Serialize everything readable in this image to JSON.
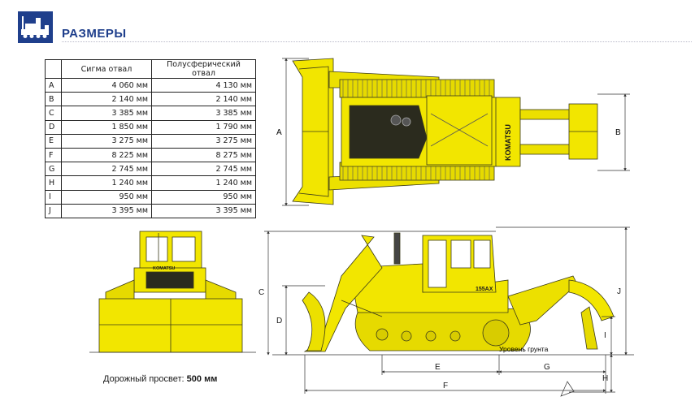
{
  "header": {
    "title": "РАЗМЕРЫ"
  },
  "table": {
    "columns": [
      "",
      "Сигма отвал",
      "Полусферический отвал"
    ],
    "rows": [
      [
        "A",
        "4 060 мм",
        "4 130 мм"
      ],
      [
        "B",
        "2 140 мм",
        "2 140 мм"
      ],
      [
        "C",
        "3 385 мм",
        "3 385 мм"
      ],
      [
        "D",
        "1 850 мм",
        "1 790 мм"
      ],
      [
        "E",
        "3 275 мм",
        "3 275 мм"
      ],
      [
        "F",
        "8 225 мм",
        "8 275 мм"
      ],
      [
        "G",
        "2 745 мм",
        "2 745 мм"
      ],
      [
        "H",
        "1 240 мм",
        "1 240 мм"
      ],
      [
        "I",
        "950 мм",
        "950 мм"
      ],
      [
        "J",
        "3 395 мм",
        "3 395 мм"
      ]
    ]
  },
  "drawing": {
    "labels": {
      "A": "A",
      "B": "B",
      "C": "C",
      "D": "D",
      "E": "E",
      "F": "F",
      "G": "G",
      "H": "H",
      "I": "I",
      "J": "J"
    },
    "ground_label": "Уровень грунта",
    "brand": "KOMATSU",
    "model": "155AX"
  },
  "clearance": {
    "label": "Дорожный просвет:",
    "value": "500 мм"
  },
  "colors": {
    "brand_blue": "#1f3f8c",
    "machine_yellow": "#f2e600",
    "outline": "#3a3a1a"
  }
}
